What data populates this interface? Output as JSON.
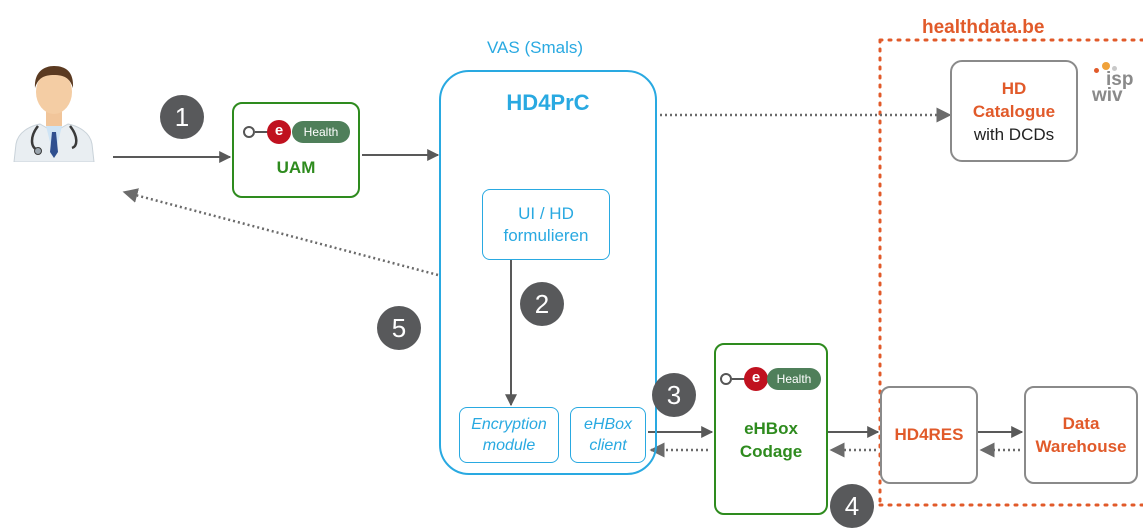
{
  "vas_label": "VAS (Smals)",
  "healthdata_label": "healthdata.be",
  "hd4prc": {
    "title": "HD4PrC",
    "ui_line1": "UI / HD",
    "ui_line2": "formulieren",
    "encryption_line1": "Encryption",
    "encryption_line2": "module",
    "ehbox_client_line1": "eHBox",
    "ehbox_client_line2": "client"
  },
  "uam": {
    "label": "UAM"
  },
  "ehbox_codage": {
    "line1": "eHBox",
    "line2": "Codage"
  },
  "hd_catalogue": {
    "line1": "HD",
    "line2": "Catalogue",
    "line3": "with DCDs"
  },
  "hd4res": {
    "label": "HD4RES"
  },
  "data_warehouse": {
    "line1": "Data",
    "line2": "Warehouse"
  },
  "ehealth_logo": {
    "letter": "e",
    "word": "Health"
  },
  "isp_logo": {
    "top": "isp",
    "bottom": "wiv"
  },
  "steps": [
    "1",
    "2",
    "3",
    "4",
    "5"
  ],
  "colors": {
    "green": "#2e8b1e",
    "blue": "#29a9e1",
    "orange": "#e15a2a",
    "grey_circle": "#58595b",
    "ehealth_red": "#c0111f",
    "ehealth_green": "#4f7f5a"
  }
}
